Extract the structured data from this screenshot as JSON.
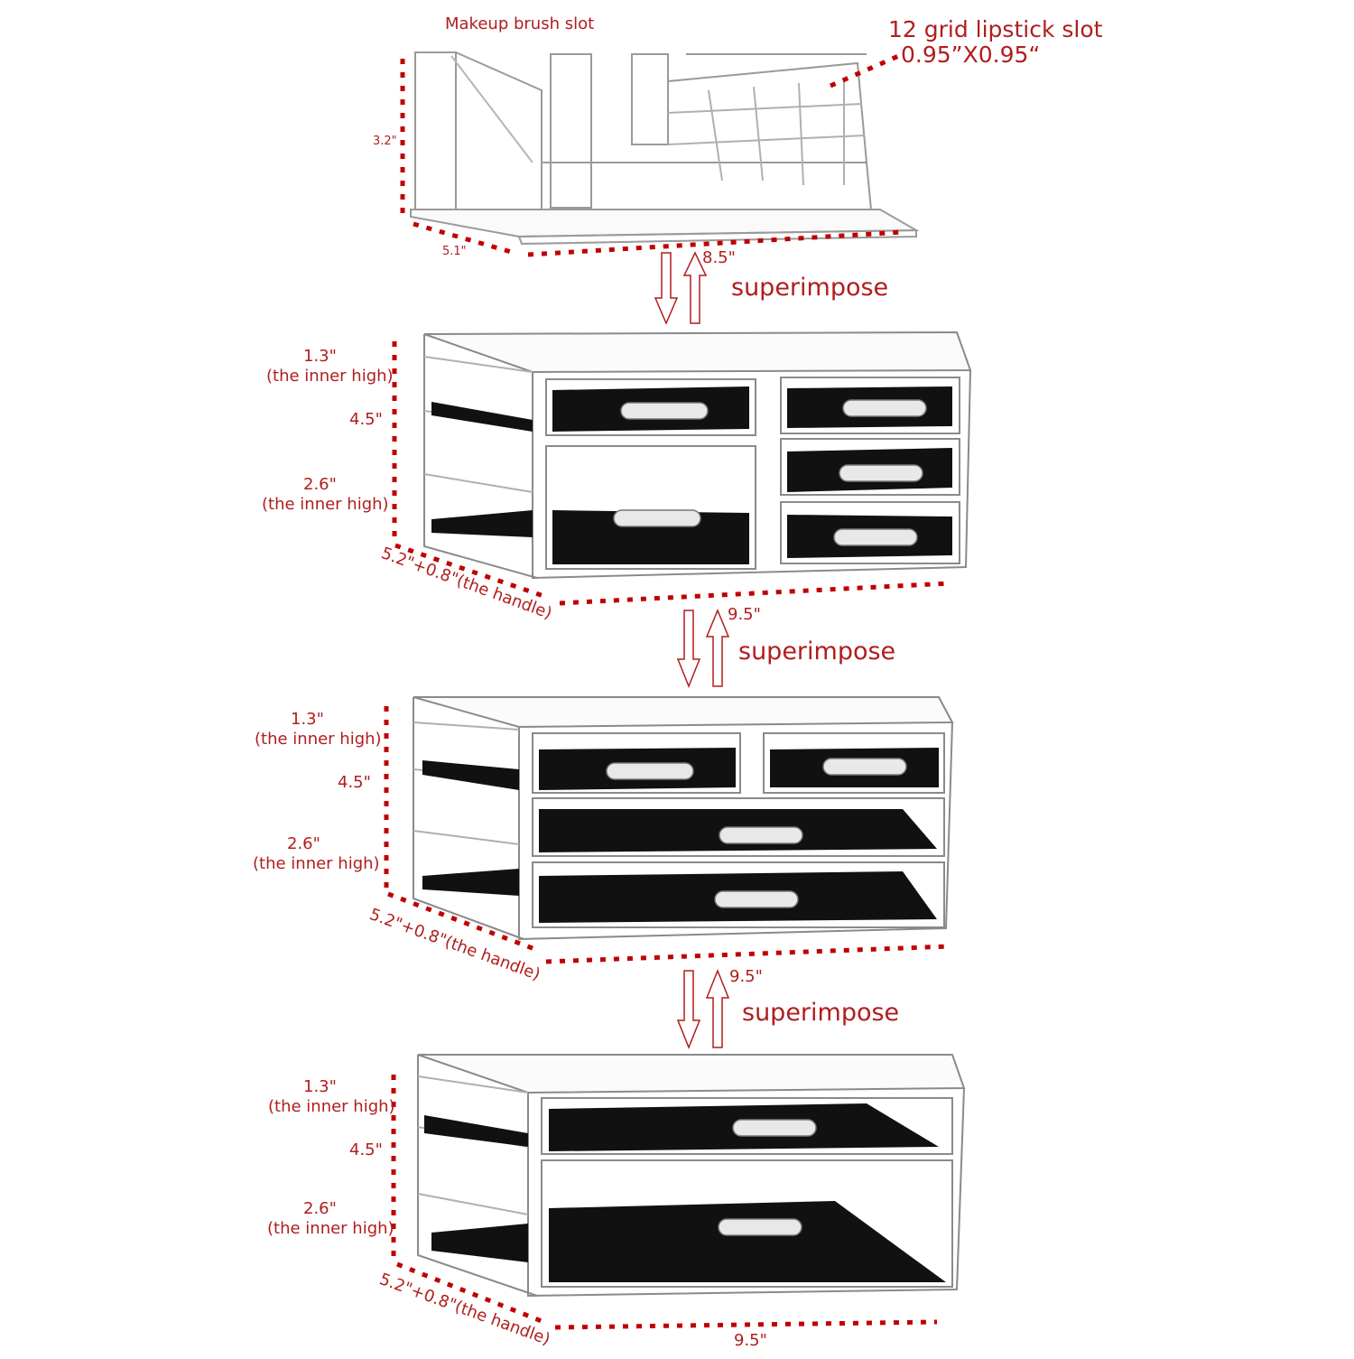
{
  "colors": {
    "annotation": "#b11d1d",
    "dotted": "#c00000",
    "acrylic": "#9a9a9a",
    "velvet": "#111111"
  },
  "top": {
    "brush_slot": "Makeup brush slot",
    "lipstick_line1": "12 grid lipstick slot",
    "lipstick_line2": "0.95”X0.95“",
    "height": "3.2\"",
    "depth": "5.1\"",
    "width": "8.5\""
  },
  "superimpose": [
    "superimpose",
    "superimpose",
    "superimpose"
  ],
  "tiers": [
    {
      "top_inner": "1.3\"",
      "top_inner_note": "(the inner high)",
      "total": "4.5\"",
      "bottom_inner": "2.6\"",
      "bottom_inner_note": "(the inner high)",
      "depth": "5.2\"+0.8\"(the handle)",
      "width": "9.5\""
    },
    {
      "top_inner": "1.3\"",
      "top_inner_note": "(the inner high)",
      "total": "4.5\"",
      "bottom_inner": "2.6\"",
      "bottom_inner_note": "(the inner high)",
      "depth": "5.2\"+0.8\"(the handle)",
      "width": "9.5\""
    },
    {
      "top_inner": "1.3\"",
      "top_inner_note": "(the inner high)",
      "total": "4.5\"",
      "bottom_inner": "2.6\"",
      "bottom_inner_note": "(the inner high)",
      "depth": "5.2\"+0.8\"(the handle)",
      "width": "9.5\""
    }
  ]
}
